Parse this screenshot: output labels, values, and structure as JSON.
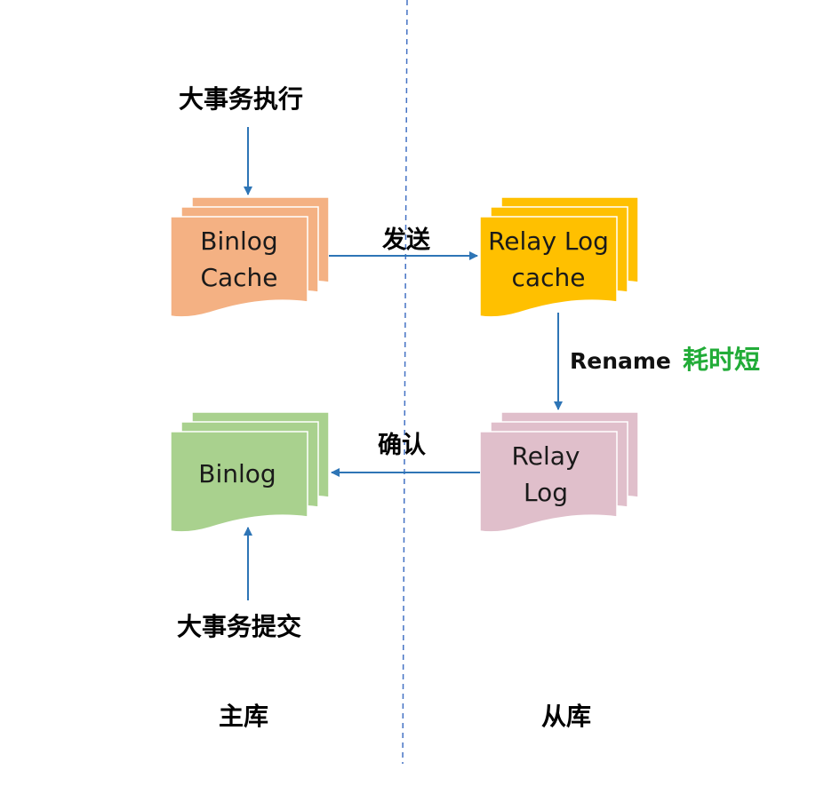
{
  "colors": {
    "binlog_cache_fill": "#f4b183",
    "relay_cache_fill": "#ffc000",
    "binlog_fill": "#a9d18e",
    "relay_log_fill": "#e0bfcb",
    "arrow": "#2e75b6",
    "divider": "#4472c4",
    "emphasis": "#22ac38"
  },
  "labels": {
    "big_tx_exec": "大事务执行",
    "big_tx_commit": "大事务提交",
    "send": "发送",
    "ack": "确认",
    "rename": "Rename",
    "short_time": "耗时短",
    "master": "主库",
    "slave": "从库"
  },
  "docs": {
    "binlog_cache": "Binlog\nCache",
    "relay_cache": "Relay Log\ncache",
    "binlog": "Binlog",
    "relay_log": "Relay\nLog"
  }
}
